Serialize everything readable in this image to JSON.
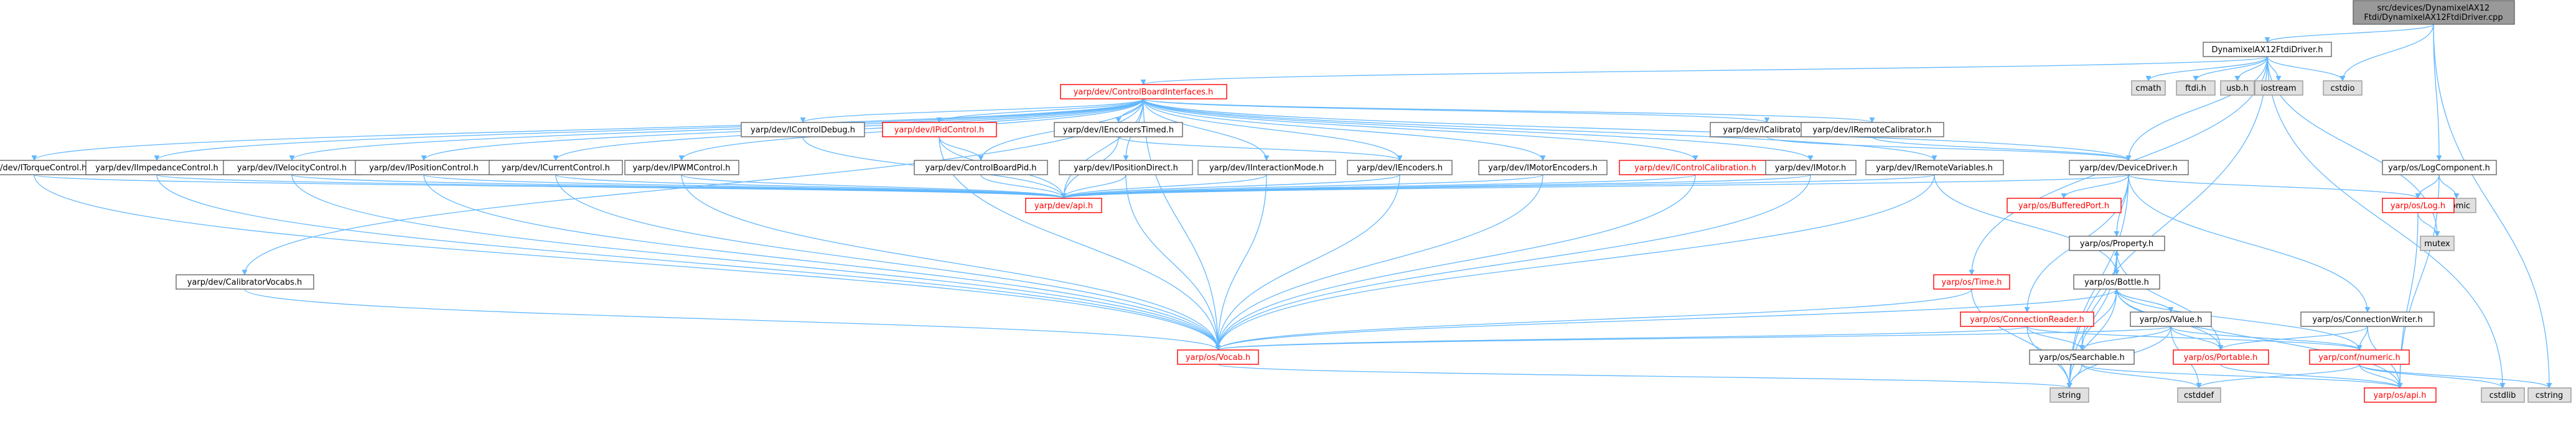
{
  "palette": {
    "edge": "#63b8ff",
    "normal_fill": "#ffffff",
    "normal_stroke": "#666666",
    "normal_text": "#000000",
    "root_fill": "#999999",
    "root_text": "#000000",
    "linked_text": "#ff0000",
    "system_fill": "#e0e0e0",
    "system_stroke": "#999999"
  },
  "nodes": [
    {
      "id": "root",
      "lines": [
        "src/devices/DynamixelAX12",
        "Ftdi/DynamixelAX12FtdiDriver.cpp"
      ],
      "kind": "root"
    },
    {
      "id": "dyn_h",
      "lines": [
        "DynamixelAX12FtdiDriver.h"
      ],
      "kind": "normal"
    },
    {
      "id": "cmath",
      "lines": [
        "cmath"
      ],
      "kind": "system"
    },
    {
      "id": "ftdi",
      "lines": [
        "ftdi.h"
      ],
      "kind": "system"
    },
    {
      "id": "usb",
      "lines": [
        "usb.h"
      ],
      "kind": "system"
    },
    {
      "id": "iostream",
      "lines": [
        "iostream"
      ],
      "kind": "system"
    },
    {
      "id": "cstdio",
      "lines": [
        "cstdio"
      ],
      "kind": "system"
    },
    {
      "id": "cbi",
      "lines": [
        "yarp/dev/ControlBoardInterfaces.h"
      ],
      "kind": "linked"
    },
    {
      "id": "icalib",
      "lines": [
        "yarp/dev/ICalibrator.h"
      ],
      "kind": "normal"
    },
    {
      "id": "iremcal",
      "lines": [
        "yarp/dev/IRemoteCalibrator.h"
      ],
      "kind": "normal"
    },
    {
      "id": "devdrv",
      "lines": [
        "yarp/dev/DeviceDriver.h"
      ],
      "kind": "normal"
    },
    {
      "id": "logcomp",
      "lines": [
        "yarp/os/LogComponent.h"
      ],
      "kind": "normal"
    },
    {
      "id": "atomic",
      "lines": [
        "atomic"
      ],
      "kind": "system"
    },
    {
      "id": "oslog",
      "lines": [
        "yarp/os/Log.h"
      ],
      "kind": "linked"
    },
    {
      "id": "mutex",
      "lines": [
        "mutex"
      ],
      "kind": "system"
    },
    {
      "id": "itorque",
      "lines": [
        "yarp/dev/ITorqueControl.h"
      ],
      "kind": "normal"
    },
    {
      "id": "iimped",
      "lines": [
        "yarp/dev/IImpedanceControl.h"
      ],
      "kind": "normal"
    },
    {
      "id": "ivel",
      "lines": [
        "yarp/dev/IVelocityControl.h"
      ],
      "kind": "normal"
    },
    {
      "id": "ipos",
      "lines": [
        "yarp/dev/IPositionControl.h"
      ],
      "kind": "normal"
    },
    {
      "id": "icur",
      "lines": [
        "yarp/dev/ICurrentControl.h"
      ],
      "kind": "normal"
    },
    {
      "id": "ipwm",
      "lines": [
        "yarp/dev/IPWMControl.h"
      ],
      "kind": "normal"
    },
    {
      "id": "icdebug",
      "lines": [
        "yarp/dev/IControlDebug.h"
      ],
      "kind": "normal"
    },
    {
      "id": "ipid",
      "lines": [
        "yarp/dev/IPidControl.h"
      ],
      "kind": "linked"
    },
    {
      "id": "cbpid",
      "lines": [
        "yarp/dev/ControlBoardPid.h"
      ],
      "kind": "normal"
    },
    {
      "id": "ienctimed",
      "lines": [
        "yarp/dev/IEncodersTimed.h"
      ],
      "kind": "normal"
    },
    {
      "id": "iposdirect",
      "lines": [
        "yarp/dev/IPositionDirect.h"
      ],
      "kind": "normal"
    },
    {
      "id": "iinter",
      "lines": [
        "yarp/dev/IInteractionMode.h"
      ],
      "kind": "normal"
    },
    {
      "id": "ienc",
      "lines": [
        "yarp/dev/IEncoders.h"
      ],
      "kind": "normal"
    },
    {
      "id": "imotenc",
      "lines": [
        "yarp/dev/IMotorEncoders.h"
      ],
      "kind": "normal"
    },
    {
      "id": "icontcal",
      "lines": [
        "yarp/dev/IControlCalibration.h"
      ],
      "kind": "linked"
    },
    {
      "id": "imotor",
      "lines": [
        "yarp/dev/IMotor.h"
      ],
      "kind": "normal"
    },
    {
      "id": "iremvar",
      "lines": [
        "yarp/dev/IRemoteVariables.h"
      ],
      "kind": "normal"
    },
    {
      "id": "devapi",
      "lines": [
        "yarp/dev/api.h"
      ],
      "kind": "linked"
    },
    {
      "id": "calvocab",
      "lines": [
        "yarp/dev/CalibratorVocabs.h"
      ],
      "kind": "normal"
    },
    {
      "id": "bufport",
      "lines": [
        "yarp/os/BufferedPort.h"
      ],
      "kind": "linked"
    },
    {
      "id": "property",
      "lines": [
        "yarp/os/Property.h"
      ],
      "kind": "normal"
    },
    {
      "id": "ostime",
      "lines": [
        "yarp/os/Time.h"
      ],
      "kind": "linked"
    },
    {
      "id": "bottle",
      "lines": [
        "yarp/os/Bottle.h"
      ],
      "kind": "normal"
    },
    {
      "id": "connreader",
      "lines": [
        "yarp/os/ConnectionReader.h"
      ],
      "kind": "linked"
    },
    {
      "id": "value",
      "lines": [
        "yarp/os/Value.h"
      ],
      "kind": "normal"
    },
    {
      "id": "connwriter",
      "lines": [
        "yarp/os/ConnectionWriter.h"
      ],
      "kind": "normal"
    },
    {
      "id": "vocab",
      "lines": [
        "yarp/os/Vocab.h"
      ],
      "kind": "linked"
    },
    {
      "id": "searchable",
      "lines": [
        "yarp/os/Searchable.h"
      ],
      "kind": "normal"
    },
    {
      "id": "portable",
      "lines": [
        "yarp/os/Portable.h"
      ],
      "kind": "linked"
    },
    {
      "id": "numeric",
      "lines": [
        "yarp/conf/numeric.h"
      ],
      "kind": "linked"
    },
    {
      "id": "string",
      "lines": [
        "string"
      ],
      "kind": "system"
    },
    {
      "id": "cstddef",
      "lines": [
        "cstddef"
      ],
      "kind": "system"
    },
    {
      "id": "osapi",
      "lines": [
        "yarp/os/api.h"
      ],
      "kind": "linked"
    },
    {
      "id": "cstdlib",
      "lines": [
        "cstdlib"
      ],
      "kind": "system"
    },
    {
      "id": "cstring",
      "lines": [
        "cstring"
      ],
      "kind": "system"
    }
  ],
  "edges": [
    [
      "root",
      "dyn_h"
    ],
    [
      "root",
      "cstdio"
    ],
    [
      "root",
      "logcomp"
    ],
    [
      "root",
      "cstring"
    ],
    [
      "dyn_h",
      "cbi"
    ],
    [
      "dyn_h",
      "cmath"
    ],
    [
      "dyn_h",
      "ftdi"
    ],
    [
      "dyn_h",
      "usb"
    ],
    [
      "dyn_h",
      "iostream"
    ],
    [
      "dyn_h",
      "cstdio"
    ],
    [
      "dyn_h",
      "devdrv"
    ],
    [
      "dyn_h",
      "ostime"
    ],
    [
      "dyn_h",
      "mutex"
    ],
    [
      "dyn_h",
      "cstdlib"
    ],
    [
      "dyn_h",
      "string"
    ],
    [
      "cbi",
      "icalib"
    ],
    [
      "cbi",
      "iremcal"
    ],
    [
      "cbi",
      "devdrv"
    ],
    [
      "cbi",
      "itorque"
    ],
    [
      "cbi",
      "iimped"
    ],
    [
      "cbi",
      "ivel"
    ],
    [
      "cbi",
      "ipos"
    ],
    [
      "cbi",
      "icur"
    ],
    [
      "cbi",
      "ipwm"
    ],
    [
      "cbi",
      "icdebug"
    ],
    [
      "cbi",
      "ipid"
    ],
    [
      "cbi",
      "cbpid"
    ],
    [
      "cbi",
      "ienctimed"
    ],
    [
      "cbi",
      "iposdirect"
    ],
    [
      "cbi",
      "iinter"
    ],
    [
      "cbi",
      "ienc"
    ],
    [
      "cbi",
      "imotenc"
    ],
    [
      "cbi",
      "icontcal"
    ],
    [
      "cbi",
      "imotor"
    ],
    [
      "cbi",
      "iremvar"
    ],
    [
      "cbi",
      "devapi"
    ],
    [
      "cbi",
      "calvocab"
    ],
    [
      "cbi",
      "vocab"
    ],
    [
      "icalib",
      "devdrv"
    ],
    [
      "iremcal",
      "devdrv"
    ],
    [
      "itorque",
      "devapi"
    ],
    [
      "itorque",
      "vocab"
    ],
    [
      "iimped",
      "devapi"
    ],
    [
      "iimped",
      "vocab"
    ],
    [
      "ivel",
      "devapi"
    ],
    [
      "ivel",
      "vocab"
    ],
    [
      "ipos",
      "devapi"
    ],
    [
      "ipos",
      "vocab"
    ],
    [
      "icur",
      "devapi"
    ],
    [
      "icur",
      "vocab"
    ],
    [
      "ipwm",
      "devapi"
    ],
    [
      "ipwm",
      "vocab"
    ],
    [
      "icdebug",
      "devapi"
    ],
    [
      "ipid",
      "cbpid"
    ],
    [
      "ipid",
      "devapi"
    ],
    [
      "ipid",
      "vocab"
    ],
    [
      "cbpid",
      "devapi"
    ],
    [
      "ienctimed",
      "ienc"
    ],
    [
      "ienctimed",
      "devapi"
    ],
    [
      "iposdirect",
      "devapi"
    ],
    [
      "iposdirect",
      "vocab"
    ],
    [
      "iinter",
      "devapi"
    ],
    [
      "iinter",
      "vocab"
    ],
    [
      "ienc",
      "devapi"
    ],
    [
      "ienc",
      "vocab"
    ],
    [
      "imotenc",
      "devapi"
    ],
    [
      "imotenc",
      "vocab"
    ],
    [
      "icontcal",
      "devapi"
    ],
    [
      "icontcal",
      "vocab"
    ],
    [
      "imotor",
      "devapi"
    ],
    [
      "imotor",
      "vocab"
    ],
    [
      "iremvar",
      "devapi"
    ],
    [
      "iremvar",
      "bottle"
    ],
    [
      "iremvar",
      "vocab"
    ],
    [
      "calvocab",
      "vocab"
    ],
    [
      "devdrv",
      "devapi"
    ],
    [
      "devdrv",
      "bufport"
    ],
    [
      "devdrv",
      "property"
    ],
    [
      "devdrv",
      "oslog"
    ],
    [
      "devdrv",
      "connwriter"
    ],
    [
      "devdrv",
      "connreader"
    ],
    [
      "devdrv",
      "string"
    ],
    [
      "logcomp",
      "atomic"
    ],
    [
      "logcomp",
      "oslog"
    ],
    [
      "logcomp",
      "osapi"
    ],
    [
      "oslog",
      "mutex"
    ],
    [
      "oslog",
      "osapi"
    ],
    [
      "property",
      "bottle"
    ],
    [
      "property",
      "searchable"
    ],
    [
      "property",
      "portable"
    ],
    [
      "property",
      "string"
    ],
    [
      "bottle",
      "property"
    ],
    [
      "bottle",
      "value"
    ],
    [
      "bottle",
      "searchable"
    ],
    [
      "bottle",
      "portable"
    ],
    [
      "bottle",
      "vocab"
    ],
    [
      "bottle",
      "string"
    ],
    [
      "bottle",
      "numeric"
    ],
    [
      "bottle",
      "osapi"
    ],
    [
      "ostime",
      "string"
    ],
    [
      "ostime",
      "vocab"
    ],
    [
      "connreader",
      "searchable"
    ],
    [
      "connreader",
      "string"
    ],
    [
      "connreader",
      "numeric"
    ],
    [
      "connreader",
      "vocab"
    ],
    [
      "value",
      "bottle"
    ],
    [
      "value",
      "searchable"
    ],
    [
      "value",
      "portable"
    ],
    [
      "value",
      "vocab"
    ],
    [
      "value",
      "numeric"
    ],
    [
      "value",
      "cstddef"
    ],
    [
      "value",
      "string"
    ],
    [
      "connwriter",
      "portable"
    ],
    [
      "connwriter",
      "numeric"
    ],
    [
      "connwriter",
      "osapi"
    ],
    [
      "vocab",
      "string"
    ],
    [
      "searchable",
      "string"
    ],
    [
      "searchable",
      "cstddef"
    ],
    [
      "searchable",
      "osapi"
    ],
    [
      "portable",
      "osapi"
    ],
    [
      "numeric",
      "cstddef"
    ],
    [
      "numeric",
      "cstdlib"
    ],
    [
      "numeric",
      "cstring"
    ],
    [
      "numeric",
      "osapi"
    ]
  ]
}
